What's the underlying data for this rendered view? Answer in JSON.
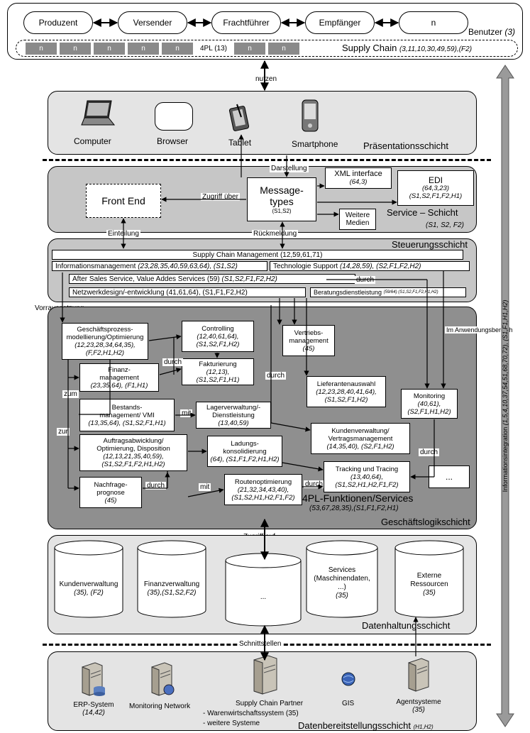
{
  "benutzer": {
    "actors": [
      "Produzent",
      "Versender",
      "Frachtführer",
      "Empfänger",
      "n"
    ],
    "layer_label": "Benutzer",
    "layer_ref": "(3)",
    "chain_items": [
      "n",
      "n",
      "n",
      "n",
      "n",
      "4PL (13)",
      "n",
      "n"
    ],
    "supply_chain_label": "Supply Chain",
    "supply_chain_ref": "(3,11,10,30,49,59),(F2)"
  },
  "nutzen": "nutzen",
  "praesentation": {
    "devices": [
      "Computer",
      "Browser",
      "Tablet",
      "Smartphone"
    ],
    "layer_label": "Präsentationsschicht"
  },
  "darstellung": "Darstellung",
  "service": {
    "front_end": "Front End",
    "zugriff_ueber": "Zugriff über",
    "message_types": "Message-\ntypes",
    "message_ref": "(S1,S2)",
    "xml": "XML interface",
    "xml_ref": "(64,3)",
    "edi": "EDI",
    "edi_ref1": "(64,3,23)",
    "edi_ref2": "(S1,S2,F1,F2,H1)",
    "weitere_medien": "Weitere\nMedien",
    "layer_label": "Service – Schicht",
    "layer_ref": "(S1, S2, F2)"
  },
  "einteilung": "Einteilung",
  "rueckmeldung": "Rückmeldung",
  "steuerung": {
    "layer_label": "Steuerungsschicht",
    "scm": "Supply Chain Management (12,59,61,71)",
    "info": "Informationsmanagement",
    "info_ref": "(23,28,35,40,59,63,64), (S1,S2)",
    "tech": "Technologie Support",
    "tech_ref": "(14,28,59), (S2,F1,F2,H2)",
    "after": "After Sales Service, Value Addes Services (59)",
    "after_ref": "(S1,S2,F1,F2,H2)",
    "netz": "Netzwerkdesign/-entwicklung (41,61,64), (S1,F1,F2,H2)",
    "berat": "Beratungsdienstleistung",
    "berat_ref": "(59/64) (S1,S2,F1,F2,H1,H2)"
  },
  "vorraussetzung": "Vorraussetzung",
  "logik": {
    "gpm": [
      "Geschäftsprozess-",
      "modellierung/Optimierung",
      "(12,23,28,34,64,35),",
      "(F,F2,H1,H2)"
    ],
    "controlling": [
      "Controlling",
      "(12,40,61,64),",
      "(S1,S2,F1,H2)"
    ],
    "fakt": [
      "Fakturierung",
      "(12,13),",
      "(S1,S2,F1,H1)"
    ],
    "finanz": [
      "Finanz-",
      "management",
      "(23,35,64),  (F1,H1)"
    ],
    "bestand": [
      "Bestands-",
      "management/ VMI",
      "(13,35,64),  (S1,S2,F1,H1)"
    ],
    "lager": [
      "Lagerverwaltung/-",
      "Dienstleistung",
      "(13,40,59)"
    ],
    "auftrag": [
      "Auftragsabwicklung/",
      "Optimierung, Disposition",
      "(12,13,21,35,40,59),",
      "(S1,S2,F1,F2,H1,H2)"
    ],
    "ladung": [
      "Ladungs-",
      "konsolidierung",
      "(64), (S1,F1,F2,H1,H2)"
    ],
    "nachfrage": [
      "Nachfrage-",
      "prognose",
      "(45)"
    ],
    "route": [
      "Routenoptimierung",
      "(21,32,34,43,40),",
      "(S1,S2,H1,H2,F1,F2)"
    ],
    "vertrieb": [
      "Vertriebs-",
      "management",
      "(45)"
    ],
    "lieferant": [
      "Lieferantenauswahl",
      "(12,23,28,40,41,64),",
      "(S1,S2,F1,H2)"
    ],
    "monitoring": [
      "Monitoring",
      "(40,61),",
      "(S2,F1,H1,H2)"
    ],
    "kunden": [
      "Kundenverwaltung/",
      "Vertragsmanagement",
      "(14,35,40),  (S2,F1,H2)"
    ],
    "tracking": [
      "Tracking und Tracing",
      "(13,40,64),",
      "(S1,S2,H1,H2,F1,F2)"
    ],
    "more": "...",
    "title": "4PL-Funktionen/Services",
    "title_ref": "(53,67,28,35),(S1,F1,F2,H1)",
    "layer_label": "Geschäftslogikschicht",
    "durch": "durch",
    "zum": "zum",
    "zur": "zur",
    "mit": "mit",
    "im_anwendungsbereich": "Im Anwendungsbereich"
  },
  "zugriff_auf": "Zugriff auf",
  "daten": {
    "dbs": [
      {
        "name": "Kundenverwaltung",
        "ref": "(35), (F2)"
      },
      {
        "name": "Finanzverwaltung",
        "ref": "(35),(S1,S2,F2)"
      },
      {
        "name": "...",
        "ref": ""
      },
      {
        "name": "Services\n(Maschinendaten,\n...)",
        "ref": "(35)"
      },
      {
        "name": "Externe\nRessourcen",
        "ref": "(35)"
      }
    ],
    "layer_label": "Datenhaltungsschicht"
  },
  "schnittstellen": "Schnittstellen",
  "bereit": {
    "systems": [
      {
        "name": "ERP-System",
        "ref": "(14,42)"
      },
      {
        "name": "Monitoring Network",
        "ref": ""
      },
      {
        "name": "Supply Chain Partner",
        "ref": ""
      },
      {
        "name": "GIS",
        "ref": ""
      },
      {
        "name": "Agentsysteme",
        "ref": "(35)"
      }
    ],
    "partner_line1": "- Warenwirtschaftssystem (35)",
    "partner_line2": "- weitere Systeme",
    "layer_label": "Datenbereitstellungsschicht",
    "layer_ref": "(H1,H2)"
  },
  "integration": "Informationsintegration",
  "integration_ref": "(1,5,4,10,37,54,51,68,70,72), (S1,F1,H1,H2)"
}
